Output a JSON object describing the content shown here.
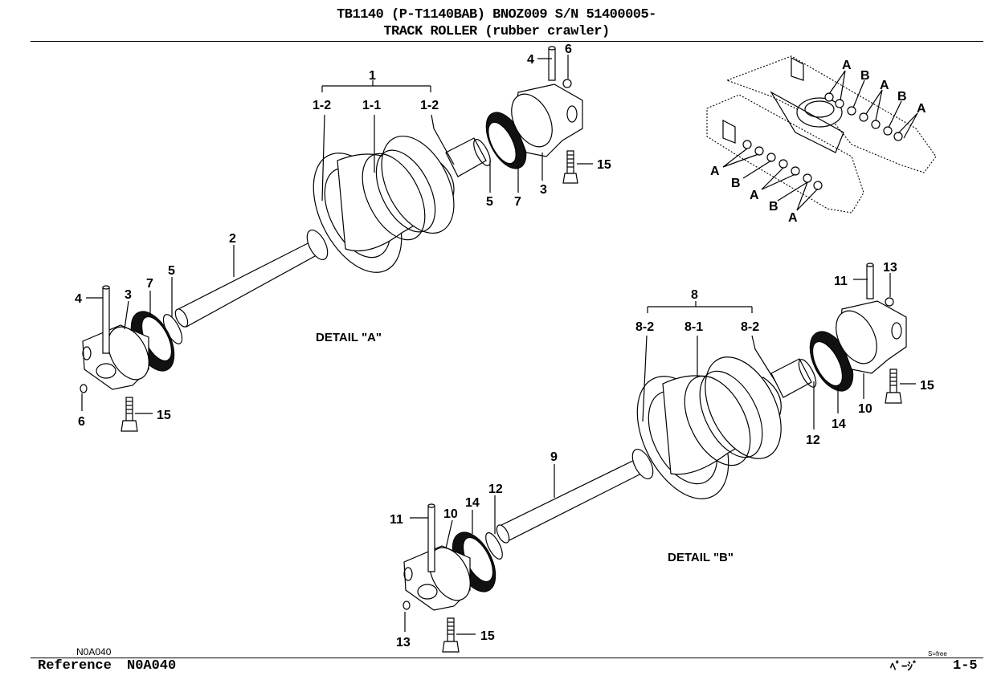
{
  "header": {
    "line1": "TB1140 (P-T1140BAB) BNOZ009  S/N 51400005-",
    "line2": "TRACK ROLLER (rubber crawler)"
  },
  "diagram": {
    "detail_a_label": "DETAIL \"A\"",
    "detail_b_label": "DETAIL \"B\"",
    "callouts": {
      "c1": "1",
      "c1_1": "1-1",
      "c1_2a": "1-2",
      "c1_2b": "1-2",
      "c2": "2",
      "c3a": "3",
      "c3b": "3",
      "c4a": "4",
      "c4b": "4",
      "c5a": "5",
      "c5b": "5",
      "c6a": "6",
      "c6b": "6",
      "c7a": "7",
      "c7b": "7",
      "c8": "8",
      "c8_1": "8-1",
      "c8_2a": "8-2",
      "c8_2b": "8-2",
      "c9": "9",
      "c10a": "10",
      "c10b": "10",
      "c11a": "11",
      "c11b": "11",
      "c12a": "12",
      "c12b": "12",
      "c13a": "13",
      "c13b": "13",
      "c14a": "14",
      "c14b": "14",
      "c15a": "15",
      "c15b": "15",
      "c15c": "15",
      "c15d": "15"
    },
    "frame_labels": {
      "a1": "A",
      "a2": "A",
      "a3": "A",
      "a4": "A",
      "a5": "A",
      "a6": "A",
      "b1": "B",
      "b2": "B",
      "b3": "B",
      "b4": "B"
    }
  },
  "footer": {
    "code_small": "N0A040",
    "reference": "Reference",
    "reference_code": "N0A040",
    "scale": "S=free",
    "page_label": "ﾍﾟｰｼﾞ",
    "page_number": "1-5"
  }
}
